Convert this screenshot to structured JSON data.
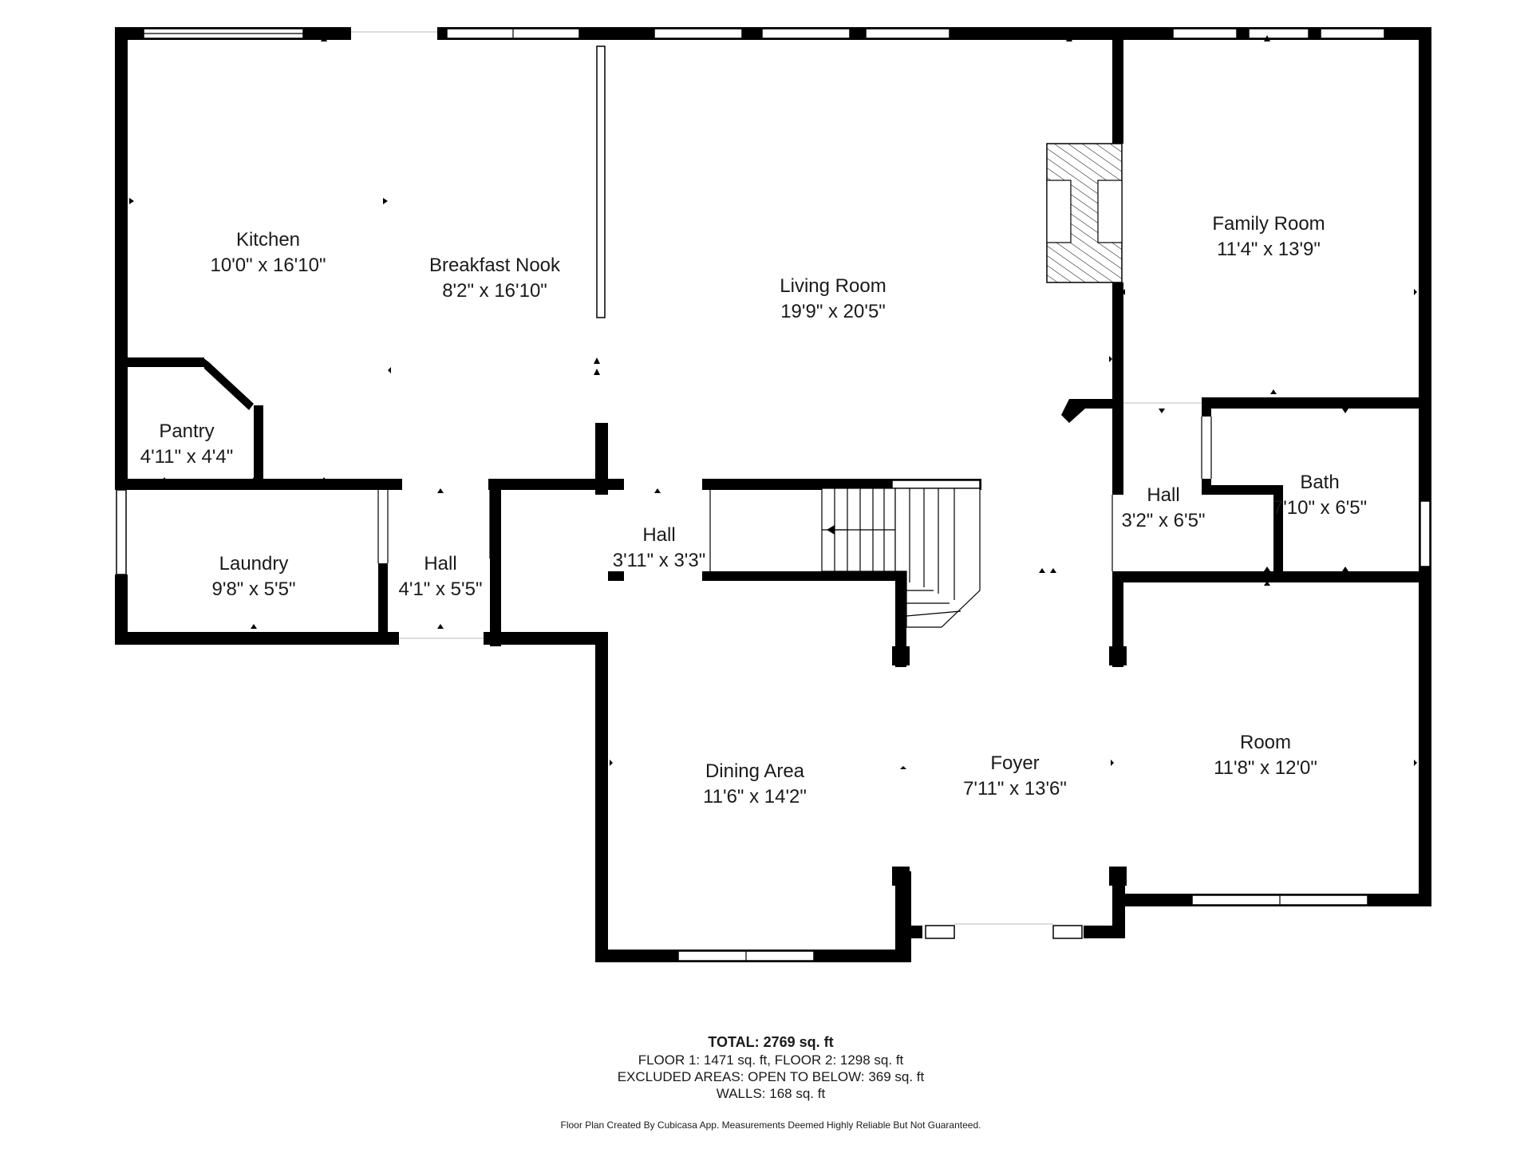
{
  "rooms": [
    {
      "id": "kitchen",
      "name": "Kitchen",
      "dims": "10'0\" x 16'10\""
    },
    {
      "id": "breakfast-nook",
      "name": "Breakfast Nook",
      "dims": "8'2\" x 16'10\""
    },
    {
      "id": "living-room",
      "name": "Living Room",
      "dims": "19'9\" x 20'5\""
    },
    {
      "id": "family-room",
      "name": "Family Room",
      "dims": "11'4\" x 13'9\""
    },
    {
      "id": "pantry",
      "name": "Pantry",
      "dims": "4'11\" x 4'4\""
    },
    {
      "id": "laundry",
      "name": "Laundry",
      "dims": "9'8\" x 5'5\""
    },
    {
      "id": "hall-1",
      "name": "Hall",
      "dims": "4'1\" x 5'5\""
    },
    {
      "id": "hall-2",
      "name": "Hall",
      "dims": "3'11\" x 3'3\""
    },
    {
      "id": "hall-3",
      "name": "Hall",
      "dims": "3'2\" x 6'5\""
    },
    {
      "id": "bath",
      "name": "Bath",
      "dims": "7'10\" x 6'5\""
    },
    {
      "id": "dining-area",
      "name": "Dining Area",
      "dims": "11'6\" x 14'2\""
    },
    {
      "id": "foyer",
      "name": "Foyer",
      "dims": "7'11\" x 13'6\""
    },
    {
      "id": "room",
      "name": "Room",
      "dims": "11'8\" x 12'0\""
    }
  ],
  "footer": {
    "total": "TOTAL: 2769 sq. ft",
    "floors": "FLOOR 1: 1471 sq. ft, FLOOR 2: 1298 sq. ft",
    "excluded": "EXCLUDED AREAS: OPEN TO BELOW: 369 sq. ft",
    "walls": "WALLS: 168 sq. ft",
    "note": "Floor Plan Created By Cubicasa App. Measurements Deemed Highly Reliable But Not Guaranteed."
  }
}
